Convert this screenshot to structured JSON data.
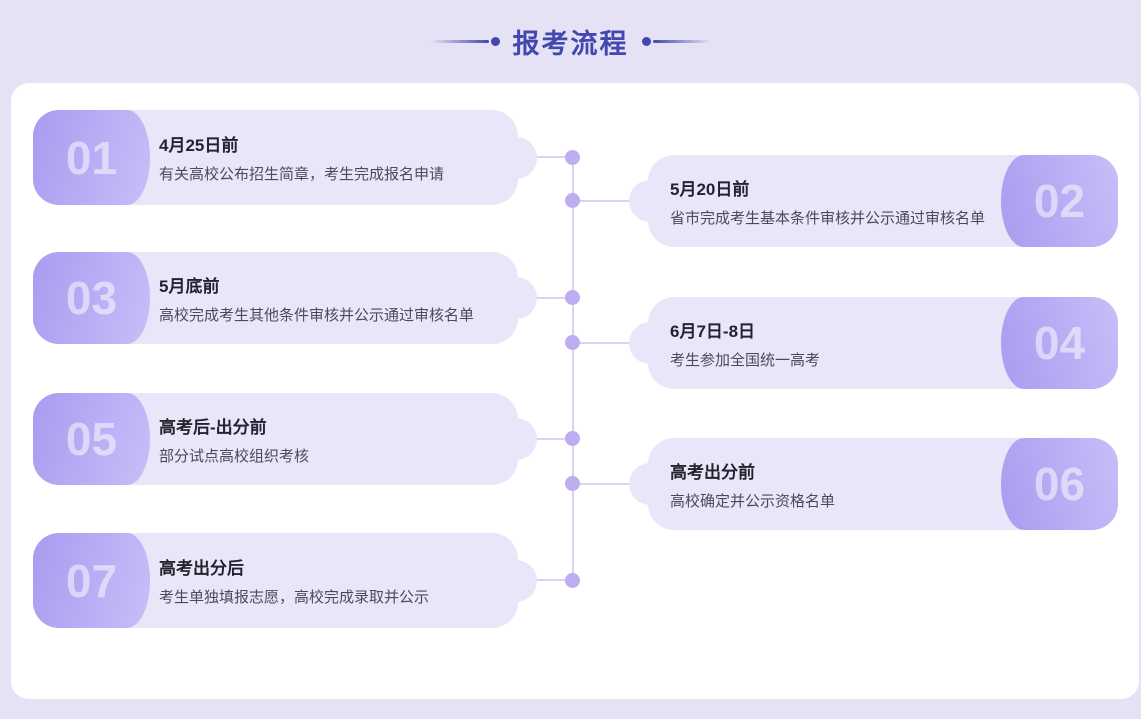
{
  "header": {
    "title": "报考流程"
  },
  "steps": [
    {
      "num": "01",
      "side": "left",
      "title": "4月25日前",
      "desc": "有关高校公布招生简章，考生完成报名申请"
    },
    {
      "num": "02",
      "side": "right",
      "title": "5月20日前",
      "desc": "省市完成考生基本条件审核并公示通过审核名单"
    },
    {
      "num": "03",
      "side": "left",
      "title": "5月底前",
      "desc": "高校完成考生其他条件审核并公示通过审核名单"
    },
    {
      "num": "04",
      "side": "right",
      "title": "6月7日-8日",
      "desc": "考生参加全国统一高考"
    },
    {
      "num": "05",
      "side": "left",
      "title": "高考后-出分前",
      "desc": "部分试点高校组织考核"
    },
    {
      "num": "06",
      "side": "right",
      "title": "高考出分前",
      "desc": "高校确定并公示资格名单"
    },
    {
      "num": "07",
      "side": "left",
      "title": "高考出分后",
      "desc": "考生单独填报志愿，高校完成录取并公示"
    }
  ],
  "colors": {
    "page_bg": "#e5e2f6",
    "panel_bg": "#ffffff",
    "card_bg": "#e9e6f9",
    "badge_from": "#aa9bf0",
    "badge_to": "#c9bdf8",
    "accent": "#4347b0",
    "dot": "#beadf0",
    "line": "#d9d3f2",
    "title_text": "#23232e",
    "desc_text": "#4b4b58"
  }
}
